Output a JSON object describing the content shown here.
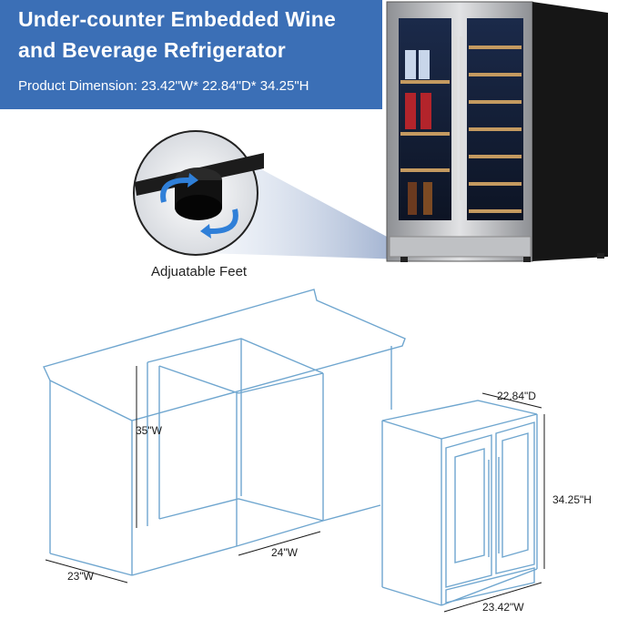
{
  "banner": {
    "title_line1": "Under-counter Embedded Wine",
    "title_line2": "and Beverage Refrigerator",
    "dimension": "Product Dimension: 23.42\"W* 22.84\"D* 34.25\"H"
  },
  "feet": {
    "label": "Adjuatable Feet"
  },
  "cabinet_dims": {
    "height": "35\"W",
    "width": "24\"W",
    "depth": "23\"W"
  },
  "fridge_dims": {
    "depth": "22.84\"D",
    "height": "34.25\"H",
    "width": "23.42\"W"
  },
  "colors": {
    "banner": "#3b6fb6",
    "line_art": "#6fa6cf",
    "arrow": "#2f7fd8"
  }
}
